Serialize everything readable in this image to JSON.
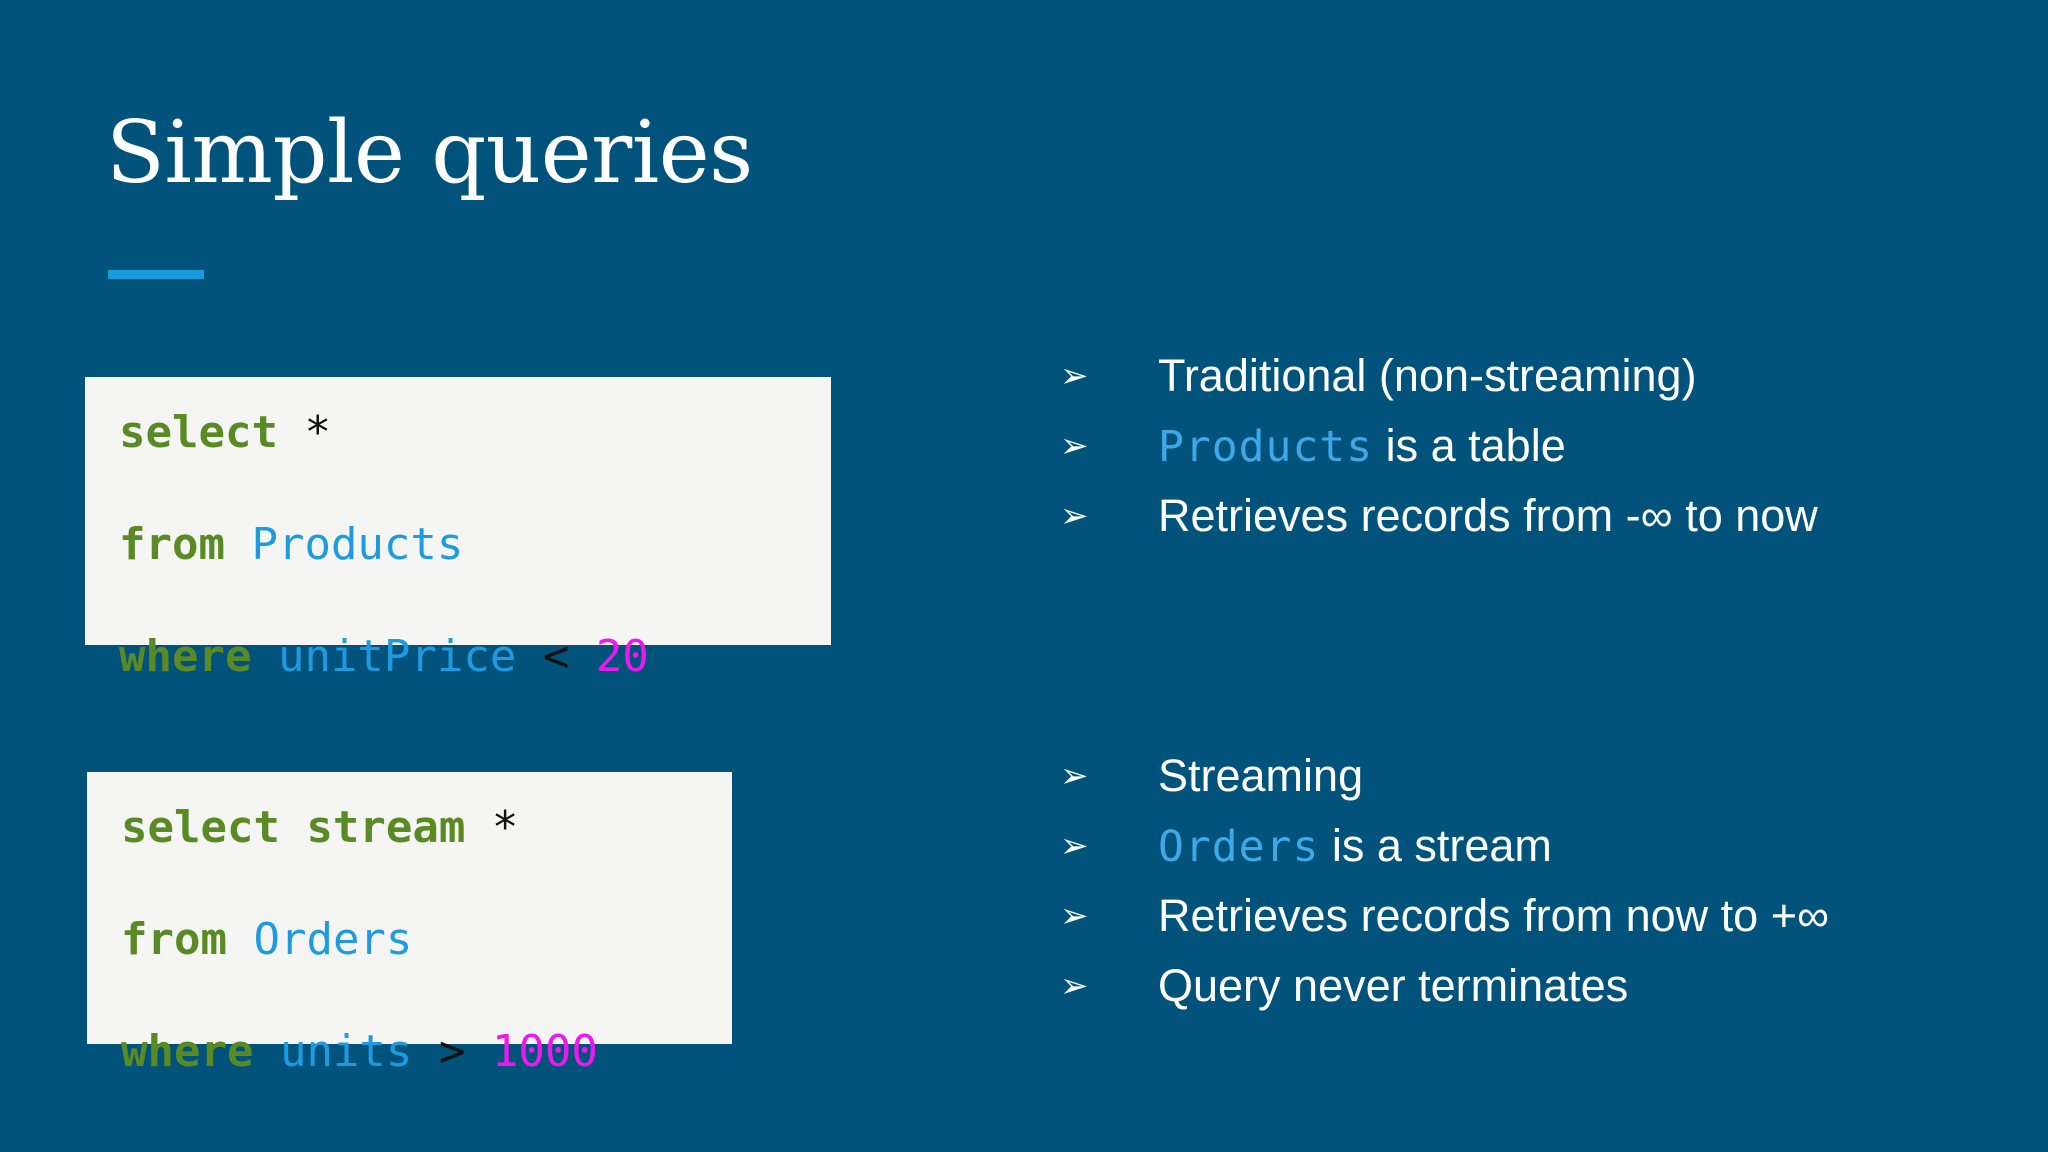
{
  "slide": {
    "title": "Simple queries",
    "background_color": "#01537c",
    "accent_color": "#1a9bde",
    "code_background_color": "#f5f6f4",
    "keyword_color": "#5a8a24",
    "identifier_color": "#1e9be0",
    "number_color": "#ee18ee",
    "operator_color": "#111111",
    "text_color": "#ffffff",
    "bullet_marker": "➢"
  },
  "code_blocks": [
    {
      "name": "traditional-query",
      "lines": [
        {
          "tokens": [
            {
              "text": "select",
              "type": "kw"
            },
            {
              "text": " ",
              "type": "plain"
            },
            {
              "text": "*",
              "type": "op"
            }
          ]
        },
        {
          "tokens": [
            {
              "text": "from",
              "type": "kw"
            },
            {
              "text": " ",
              "type": "plain"
            },
            {
              "text": "Products",
              "type": "id"
            }
          ]
        },
        {
          "tokens": [
            {
              "text": "where",
              "type": "kw"
            },
            {
              "text": " ",
              "type": "plain"
            },
            {
              "text": "unitPrice",
              "type": "id"
            },
            {
              "text": " ",
              "type": "plain"
            },
            {
              "text": "<",
              "type": "op"
            },
            {
              "text": " ",
              "type": "plain"
            },
            {
              "text": "20",
              "type": "num"
            }
          ]
        }
      ],
      "plain_text": "select *\nfrom Products\nwhere unitPrice < 20"
    },
    {
      "name": "streaming-query",
      "lines": [
        {
          "tokens": [
            {
              "text": "select stream",
              "type": "kw"
            },
            {
              "text": " ",
              "type": "plain"
            },
            {
              "text": "*",
              "type": "op"
            }
          ]
        },
        {
          "tokens": [
            {
              "text": "from",
              "type": "kw"
            },
            {
              "text": " ",
              "type": "plain"
            },
            {
              "text": "Orders",
              "type": "id"
            }
          ]
        },
        {
          "tokens": [
            {
              "text": "where",
              "type": "kw"
            },
            {
              "text": " ",
              "type": "plain"
            },
            {
              "text": "units",
              "type": "id"
            },
            {
              "text": " ",
              "type": "plain"
            },
            {
              "text": ">",
              "type": "op"
            },
            {
              "text": " ",
              "type": "plain"
            },
            {
              "text": "1000",
              "type": "num"
            }
          ]
        }
      ],
      "plain_text": "select stream *\nfrom Orders\nwhere units > 1000"
    }
  ],
  "bullet_groups": [
    {
      "name": "traditional-notes",
      "items": [
        {
          "parts": [
            {
              "text": "Traditional (non-streaming)",
              "style": "plain"
            }
          ]
        },
        {
          "parts": [
            {
              "text": "Products",
              "style": "mono"
            },
            {
              "text": " is a table",
              "style": "plain"
            }
          ]
        },
        {
          "parts": [
            {
              "text": "Retrieves records from -∞ to now",
              "style": "plain"
            }
          ]
        }
      ]
    },
    {
      "name": "streaming-notes",
      "items": [
        {
          "parts": [
            {
              "text": "Streaming",
              "style": "plain"
            }
          ]
        },
        {
          "parts": [
            {
              "text": "Orders",
              "style": "mono"
            },
            {
              "text": " is a stream",
              "style": "plain"
            }
          ]
        },
        {
          "parts": [
            {
              "text": "Retrieves records from now to +∞",
              "style": "plain"
            }
          ]
        },
        {
          "parts": [
            {
              "text": "Query never terminates",
              "style": "plain"
            }
          ]
        }
      ]
    }
  ]
}
